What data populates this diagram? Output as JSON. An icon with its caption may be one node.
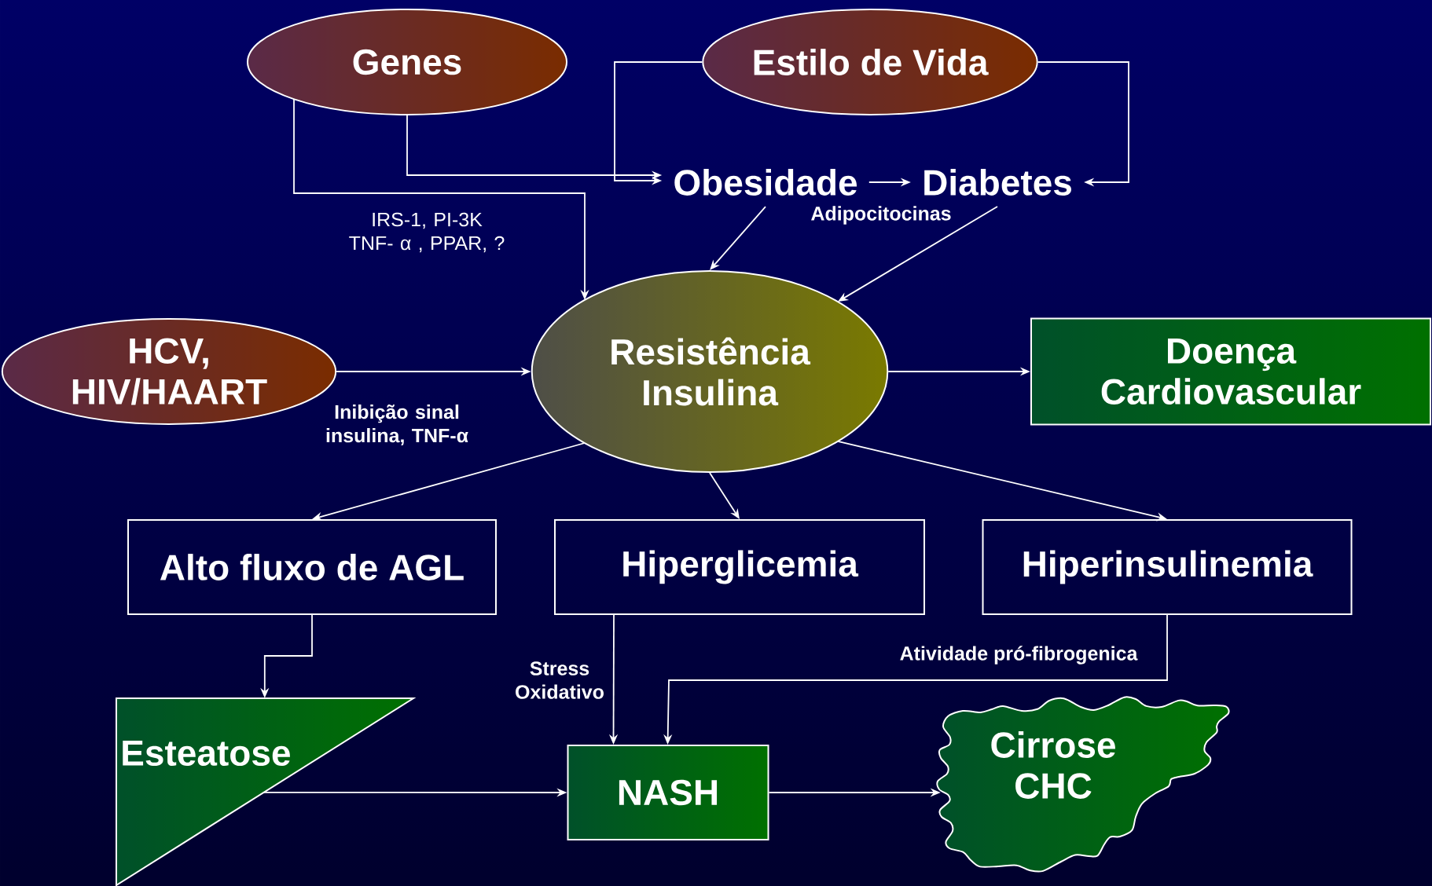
{
  "diagram": {
    "nodes": [
      {
        "text": [
          "Genes"
        ]
      },
      {
        "text": [
          "Estilo de Vida"
        ]
      },
      {
        "text": [
          "Obesidade"
        ]
      },
      {
        "text": [
          "Diabetes"
        ]
      },
      {
        "text": [
          "HCV, HIV/HAART"
        ]
      },
      {
        "text": [
          "Resistência Insulina"
        ]
      },
      {
        "text": [
          "Doença Cardiovascular"
        ]
      },
      {
        "text": [
          "Alto fluxo de AGL"
        ]
      },
      {
        "text": [
          "Hiperglicemia"
        ]
      },
      {
        "text": [
          "Hiperinsulinemia"
        ]
      },
      {
        "text": [
          "Esteatose"
        ]
      },
      {
        "text": [
          "NASH"
        ]
      },
      {
        "text": [
          "Cirrose CHC"
        ]
      }
    ],
    "edges": [
      {
        "from": 0,
        "to": 2,
        "arrow": "to"
      },
      {
        "from": 0,
        "to": 5,
        "arrow": "to",
        "label": "IRS-1, PI-3K TNF- α , PPAR, ?"
      },
      {
        "from": 1,
        "to": 2,
        "arrow": "to"
      },
      {
        "from": 1,
        "to": 3,
        "arrow": "to"
      },
      {
        "from": 2,
        "to": 3,
        "arrow": "to"
      },
      {
        "from": 2,
        "to": 5,
        "arrow": "to"
      },
      {
        "from": 3,
        "to": 5,
        "arrow": "to"
      },
      {
        "from": 4,
        "to": 5,
        "arrow": "to",
        "label": "Inibição sinal insulina, TNF-α"
      },
      {
        "from": 5,
        "to": 6,
        "arrow": "to"
      },
      {
        "from": 5,
        "to": 7,
        "arrow": "to"
      },
      {
        "from": 5,
        "to": 8,
        "arrow": "to"
      },
      {
        "from": 5,
        "to": 9,
        "arrow": "to"
      },
      {
        "from": 7,
        "to": 10,
        "arrow": "to"
      },
      {
        "from": 8,
        "to": 11,
        "arrow": "to",
        "label": "Stress Oxidativo"
      },
      {
        "from": 9,
        "to": 11,
        "arrow": "to",
        "label": "Atividade pró-fibrogenica"
      },
      {
        "from": 10,
        "to": 11,
        "arrow": "to"
      },
      {
        "from": 11,
        "to": 12,
        "arrow": "to"
      }
    ],
    "labels": [
      "Adipocitocinas"
    ]
  }
}
